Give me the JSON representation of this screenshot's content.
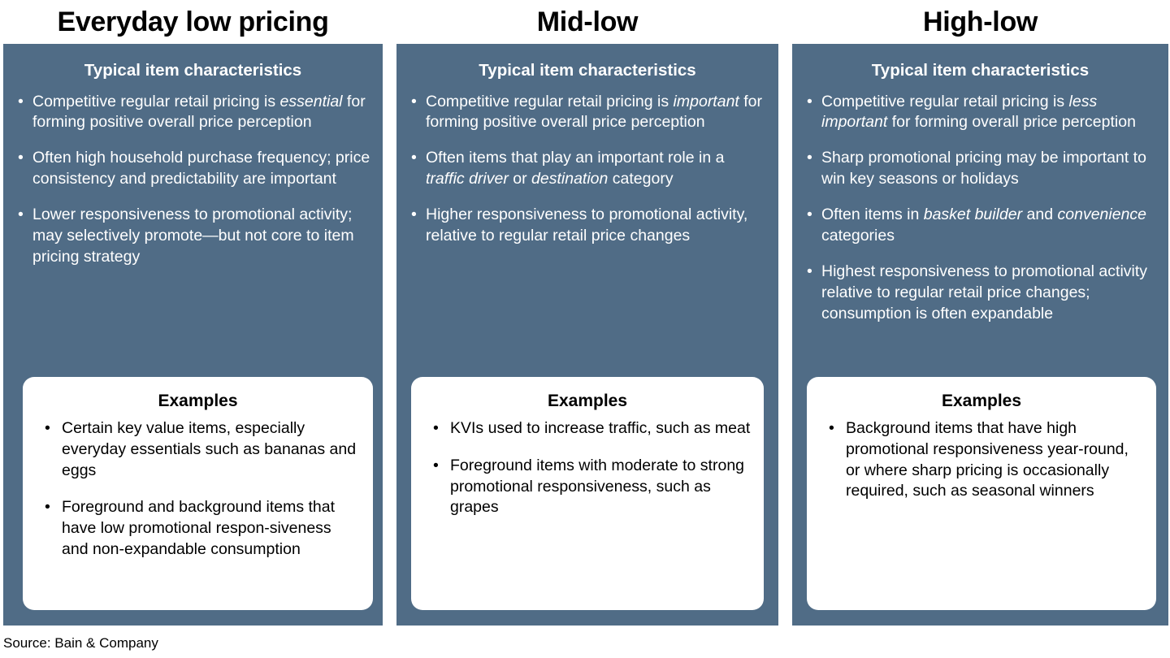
{
  "columns": [
    {
      "title": "Everyday low pricing",
      "section_heading": "Typical item characteristics",
      "characteristics": [
        "Competitive regular retail pricing is <em>essential</em> for forming positive overall price perception",
        "Often high household purchase frequency; price consistency and predictability are important",
        "Lower responsiveness to promotional activity; may selectively promote&mdash;but not core to item pricing strategy"
      ],
      "examples_title": "Examples",
      "examples": [
        "Certain key value items, especially everyday essentials such as bananas and eggs",
        "Foreground and background items that have low promotional respon-siveness and non-expandable consumption"
      ]
    },
    {
      "title": "Mid-low",
      "section_heading": "Typical item characteristics",
      "characteristics": [
        "Competitive regular retail pricing is <em>important</em> for forming positive overall price perception",
        "Often items that play an important role in a <em>traffic driver</em> or <em>destination</em> category",
        "Higher responsiveness to promotional activity, relative to regular retail price changes"
      ],
      "examples_title": "Examples",
      "examples": [
        "KVIs used to increase traffic, such as meat",
        "Foreground items with moderate to strong promotional responsiveness, such as grapes"
      ]
    },
    {
      "title": "High-low",
      "section_heading": "Typical item characteristics",
      "characteristics": [
        "Competitive regular retail pricing is <em>less important</em> for forming overall price perception",
        "Sharp promotional pricing may be important to win key seasons or holidays",
        "Often items in <em>basket builder</em> and <em>convenience</em> categories",
        "Highest responsiveness to promotional activity relative to regular retail price changes; consumption is often expandable"
      ],
      "examples_title": "Examples",
      "examples": [
        "Background items that have high promotional responsiveness year-round, or where sharp pricing is occasionally required, such as seasonal winners"
      ]
    }
  ],
  "bullet_glyph": "•",
  "source": "Source: Bain & Company",
  "colors": {
    "panel_background": "#506c86",
    "card_background": "#ffffff",
    "panel_text": "#ffffff",
    "card_text": "#000000",
    "title_text": "#000000"
  }
}
